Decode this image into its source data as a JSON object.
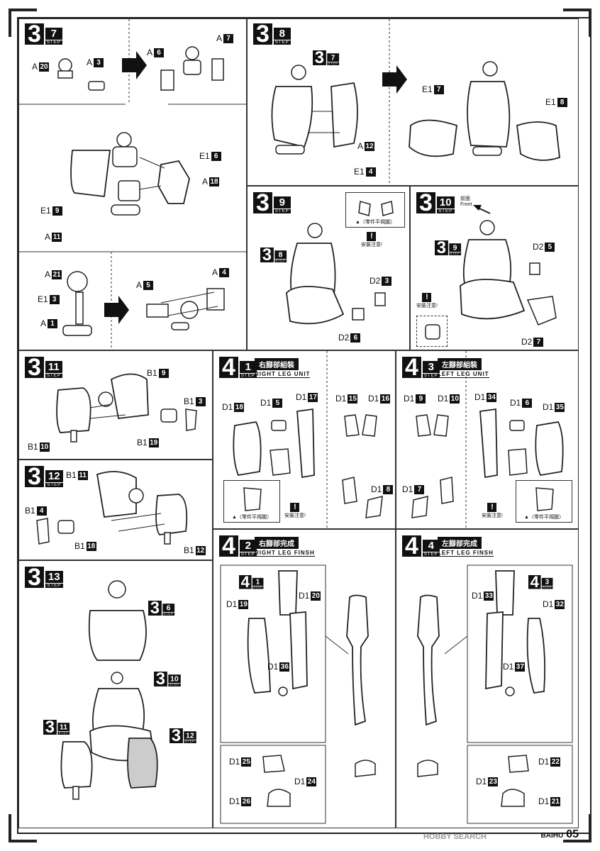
{
  "steps": {
    "s37": {
      "big": "3",
      "num": "7",
      "label": "STEP"
    },
    "s38": {
      "big": "3",
      "num": "8",
      "label": "STEP"
    },
    "s39": {
      "big": "3",
      "num": "9",
      "label": "STEP"
    },
    "s310": {
      "big": "3",
      "num": "10",
      "label": "STEP"
    },
    "s311": {
      "big": "3",
      "num": "11",
      "label": "STEP"
    },
    "s312": {
      "big": "3",
      "num": "12",
      "label": "STEP"
    },
    "s313": {
      "big": "3",
      "num": "13",
      "label": "STEP"
    },
    "s41": {
      "big": "4",
      "num": "1",
      "label": "STEP"
    },
    "s42": {
      "big": "4",
      "num": "2",
      "label": "STEP"
    },
    "s43": {
      "big": "4",
      "num": "3",
      "label": "STEP"
    },
    "s44": {
      "big": "4",
      "num": "4",
      "label": "STEP"
    }
  },
  "titles": {
    "right_leg_unit": {
      "zh": "右腳部組裝",
      "en": "RIGHT LEG UNIT"
    },
    "left_leg_unit": {
      "zh": "左腳部組裝",
      "en": "LEFT LEG UNIT"
    },
    "right_leg_finish": {
      "zh": "右腳部完成",
      "en": "RIGHT LEG FINSH"
    },
    "left_leg_finish": {
      "zh": "左腳部完成",
      "en": "LEFT LEG FINSH"
    }
  },
  "notes": {
    "caution": "安裝注意!",
    "parts_view": "▲〈零件平視圖〉",
    "front": "Front",
    "front_zh": "前面"
  },
  "parts": {
    "p37": [
      {
        "code": "A",
        "n": "20"
      },
      {
        "code": "A",
        "n": "3"
      },
      {
        "code": "A",
        "n": "6"
      },
      {
        "code": "A",
        "n": "7"
      },
      {
        "code": "E1",
        "n": "6"
      },
      {
        "code": "A",
        "n": "18"
      },
      {
        "code": "E1",
        "n": "9"
      },
      {
        "code": "A",
        "n": "11"
      },
      {
        "code": "A",
        "n": "21"
      },
      {
        "code": "E1",
        "n": "3"
      },
      {
        "code": "A",
        "n": "1"
      },
      {
        "code": "A",
        "n": "5"
      },
      {
        "code": "A",
        "n": "4"
      }
    ],
    "p38": [
      {
        "code": "A",
        "n": "12"
      },
      {
        "code": "E1",
        "n": "4"
      },
      {
        "code": "E1",
        "n": "7"
      },
      {
        "code": "E1",
        "n": "8"
      }
    ],
    "p39": [
      {
        "code": "D2",
        "n": "3"
      },
      {
        "code": "D2",
        "n": "6"
      }
    ],
    "p310": [
      {
        "code": "D2",
        "n": "5"
      },
      {
        "code": "D2",
        "n": "7"
      }
    ],
    "p311": [
      {
        "code": "B1",
        "n": "9"
      },
      {
        "code": "B1",
        "n": "10"
      },
      {
        "code": "B1",
        "n": "3"
      },
      {
        "code": "B1",
        "n": "19"
      }
    ],
    "p312": [
      {
        "code": "B1",
        "n": "11"
      },
      {
        "code": "B1",
        "n": "4"
      },
      {
        "code": "B1",
        "n": "18"
      },
      {
        "code": "B1",
        "n": "12"
      }
    ],
    "p41": [
      {
        "code": "D1",
        "n": "18"
      },
      {
        "code": "D1",
        "n": "5"
      },
      {
        "code": "D1",
        "n": "17"
      },
      {
        "code": "D1",
        "n": "15"
      },
      {
        "code": "D1",
        "n": "16"
      },
      {
        "code": "D1",
        "n": "8"
      }
    ],
    "p43": [
      {
        "code": "D1",
        "n": "9"
      },
      {
        "code": "D1",
        "n": "10"
      },
      {
        "code": "D1",
        "n": "34"
      },
      {
        "code": "D1",
        "n": "6"
      },
      {
        "code": "D1",
        "n": "35"
      },
      {
        "code": "D1",
        "n": "7"
      }
    ],
    "p42": [
      {
        "code": "D1",
        "n": "20"
      },
      {
        "code": "D1",
        "n": "19"
      },
      {
        "code": "D1",
        "n": "36"
      },
      {
        "code": "D1",
        "n": "25"
      },
      {
        "code": "D1",
        "n": "24"
      },
      {
        "code": "D1",
        "n": "26"
      }
    ],
    "p44": [
      {
        "code": "D1",
        "n": "33"
      },
      {
        "code": "D1",
        "n": "32"
      },
      {
        "code": "D1",
        "n": "37"
      },
      {
        "code": "D1",
        "n": "22"
      },
      {
        "code": "D1",
        "n": "23"
      },
      {
        "code": "D1",
        "n": "21"
      }
    ]
  },
  "footer": {
    "brand": "BAIHU",
    "page": "05"
  },
  "watermark": "HOBBY SEARCH"
}
